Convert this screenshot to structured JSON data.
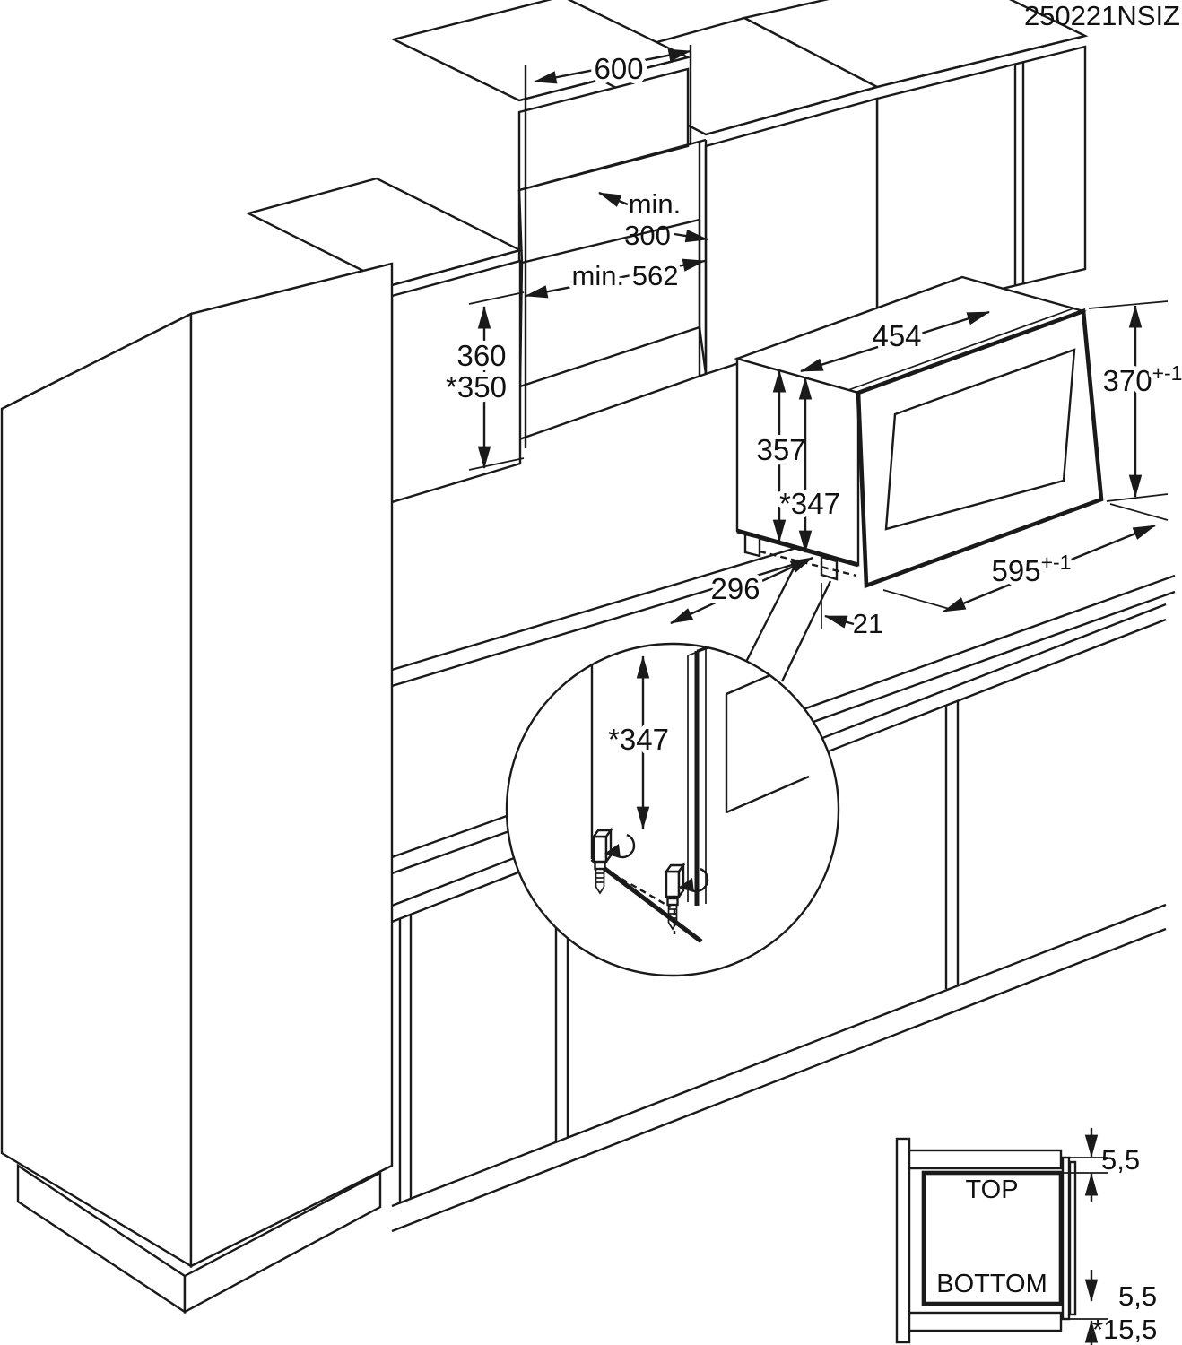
{
  "document": {
    "code": "250221NSIZ"
  },
  "colors": {
    "ink": "#1a1a1a",
    "paper": "#ffffff"
  },
  "niche": {
    "width": "600",
    "top_clearance_line1": "min.",
    "top_clearance_line2": "300",
    "depth": "min. 562",
    "height": "360",
    "height_alt": "*350"
  },
  "oven": {
    "body_width": "454",
    "front_height": "370",
    "front_height_tol": "+-1",
    "body_height": "357",
    "body_height_alt": "*347",
    "front_width": "595",
    "front_width_tol": "+-1",
    "body_depth": "296",
    "front_gap": "21"
  },
  "detail_view": {
    "height_alt": "*347"
  },
  "cross_section": {
    "top_label": "TOP",
    "bottom_label": "BOTTOM",
    "top_gap": "5,5",
    "bottom_gap": "5,5",
    "bottom_offset": "*15,5"
  }
}
